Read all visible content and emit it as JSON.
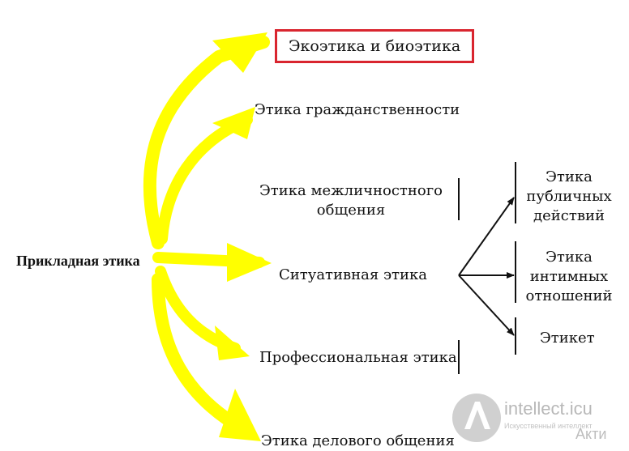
{
  "diagram": {
    "root": "Прикладная этика",
    "branches": [
      "Экоэтика и биоэтика",
      "Этика гражданственности",
      "Этика межличностного общения",
      "Ситуативная этика",
      "Профессиональная этика",
      "Этика делового общения"
    ],
    "sub_branches": [
      "Этика публичных действий",
      "Этика интимных отношений",
      "Этикет"
    ]
  },
  "watermark": {
    "brand": "intellect.icu",
    "tagline": "Искусственный интеллект",
    "activation_fragment": "Акти"
  },
  "colors": {
    "highlight_arrows": "#ffff00",
    "highlight_box": "#d9252f",
    "line": "#111111",
    "watermark_text": "#b8b8b8",
    "watermark_logo": "#d0d0d0"
  }
}
